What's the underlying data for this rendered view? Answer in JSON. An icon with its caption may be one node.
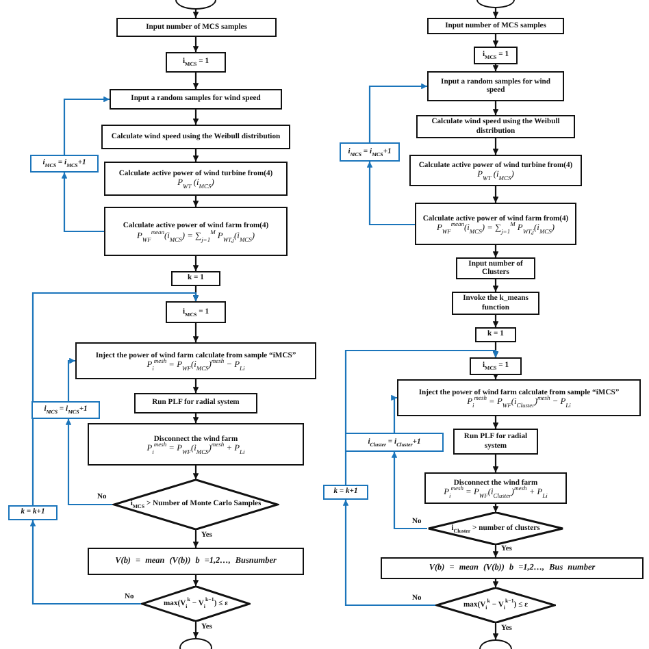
{
  "diagram": {
    "nodes": [
      {
        "text": [],
        "shape": "ellipse"
      },
      {
        "text": [
          "Input number of MCS samples"
        ]
      },
      {
        "text": [
          "i$_{MCS}$ = 1"
        ]
      },
      {
        "text": [
          "Input a random samples for wind speed"
        ]
      },
      {
        "text": [
          "Calculate wind speed using the Weibull distribution"
        ]
      },
      {
        "text": [
          "Calculate active power of wind turbine from(4)",
          "P$_{WT}$ (i$_{MCS}$)"
        ]
      },
      {
        "text": [
          "Calculate active power of wind farm from(4)",
          "P$_{WF}$$^{mean}$(i$_{MCS}$) = ∑$_{j=1}$$^{M}$ P$_{WT,j}$(i$_{MCS}$)"
        ]
      },
      {
        "text": [
          "k = 1"
        ]
      },
      {
        "text": [
          "i$_{MCS}$ = 1"
        ]
      },
      {
        "text": [
          "Inject the power of wind farm calculate from sample “iMCS”",
          "P$_{i}$$^{mesh}$ = P$_{WF}$(i$_{MCS}$)$^{mesh}$ − P$_{Li}$"
        ]
      },
      {
        "text": [
          "Run PLF for radial system"
        ]
      },
      {
        "text": [
          "Disconnect the wind farm",
          "P$_{i}$$^{mesh}$ = P$_{WF}$(i$_{MCS}$)$^{mesh}$ + P$_{Li}$"
        ]
      },
      {
        "text": [
          "i$_{MCS}$ > Number of Monte Carlo Samples"
        ]
      },
      {
        "text": [
          "V(b) = mean (V(b)) b =1,2…, Busnumber"
        ]
      },
      {
        "text": [
          "max(V$_{i}$$^{k}$ − V$_{i}$$^{k−1}$) ≤ ε"
        ]
      },
      {
        "text": [],
        "shape": "ellipse"
      },
      {
        "text": [
          "i$_{MCS}$ = i$_{MCS}$+1"
        ]
      },
      {
        "text": [
          "i$_{MCS}$ = i$_{MCS}$+1"
        ]
      },
      {
        "text": [
          "k = k+1"
        ]
      },
      {
        "text": [],
        "shape": "ellipse"
      },
      {
        "text": [
          "Input number of MCS samples"
        ]
      },
      {
        "text": [
          "i$_{MCS}$ = 1"
        ]
      },
      {
        "text": [
          "Input a random samples for wind speed"
        ]
      },
      {
        "text": [
          "Calculate wind speed using the Weibull distribution"
        ]
      },
      {
        "text": [
          "Calculate active power of wind turbine from(4)",
          "P$_{WT}$ (i$_{MCS}$)"
        ]
      },
      {
        "text": [
          "Calculate active power of wind farm from(4)",
          "P$_{WF}$$^{mean}$(i$_{MCS}$) = ∑$_{j=1}$$^{M}$ P$_{WT,j}$(i$_{MCS}$)"
        ]
      },
      {
        "text": [
          "Input number of Clusters"
        ]
      },
      {
        "text": [
          "Invoke the k_means function"
        ]
      },
      {
        "text": [
          "k = 1"
        ]
      },
      {
        "text": [
          "i$_{MCS}$ = 1"
        ]
      },
      {
        "text": [
          "Inject the power of wind farm calculate from sample “iMCS”",
          "P$_{i}$$^{mesh}$ = P$_{WF}$(i$_{Cluster}$)$^{mesh}$ − P$_{Li}$"
        ]
      },
      {
        "text": [
          "Run PLF for radial system"
        ]
      },
      {
        "text": [
          "Disconnect the wind farm",
          "P$_{i}$$^{mesh}$ = P$_{WF}$(i$_{Cluster}$)$^{mesh}$ + P$_{Li}$"
        ]
      },
      {
        "text": [
          "i$_{Cluster}$ > number of clusters"
        ]
      },
      {
        "text": [
          "V(b) = mean (V(b)) b =1,2…, Bus number"
        ]
      },
      {
        "text": [
          "max(V$_{i}$$^{k}$ − V$_{i}$$^{k−1}$) ≤ ε"
        ]
      },
      {
        "text": [],
        "shape": "ellipse"
      },
      {
        "text": [
          "i$_{MCS}$ = i$_{MCS}$+1"
        ]
      },
      {
        "text": [
          "i$_{Cluster}$ = i$_{Cluster}$+1"
        ]
      },
      {
        "text": [
          "k = k+1"
        ]
      }
    ],
    "edges": [
      {
        "from": 0,
        "to": 1,
        "arrow": "to"
      },
      {
        "from": 1,
        "to": 2,
        "arrow": "to"
      },
      {
        "from": 2,
        "to": 3,
        "arrow": "to"
      },
      {
        "from": 3,
        "to": 4,
        "arrow": "to"
      },
      {
        "from": 4,
        "to": 5,
        "arrow": "to"
      },
      {
        "from": 5,
        "to": 6,
        "arrow": "to"
      },
      {
        "from": 6,
        "to": 7,
        "arrow": "to"
      },
      {
        "from": 7,
        "to": 8,
        "arrow": "to"
      },
      {
        "from": 8,
        "to": 9,
        "arrow": "to"
      },
      {
        "from": 9,
        "to": 10,
        "arrow": "to"
      },
      {
        "from": 10,
        "to": 11,
        "arrow": "to"
      },
      {
        "from": 11,
        "to": 12,
        "arrow": "to"
      },
      {
        "from": 12,
        "to": 13,
        "arrow": "to",
        "label": "Yes"
      },
      {
        "from": 13,
        "to": 14,
        "arrow": "to"
      },
      {
        "from": 14,
        "to": 15,
        "arrow": "to",
        "label": "Yes"
      },
      {
        "from": 12,
        "to": 17,
        "arrow": "to",
        "label": "No",
        "color": "#1b75bb"
      },
      {
        "from": 17,
        "to": 9,
        "arrow": "to",
        "color": "#1b75bb"
      },
      {
        "from": 14,
        "to": 18,
        "arrow": "to",
        "label": "No",
        "color": "#1b75bb"
      },
      {
        "from": 18,
        "to": 8,
        "arrow": "to",
        "color": "#1b75bb"
      },
      {
        "from": 6,
        "to": 16,
        "arrow": "to",
        "color": "#1b75bb"
      },
      {
        "from": 16,
        "to": 3,
        "arrow": "to",
        "color": "#1b75bb"
      },
      {
        "from": 19,
        "to": 20,
        "arrow": "to"
      },
      {
        "from": 20,
        "to": 21,
        "arrow": "to"
      },
      {
        "from": 21,
        "to": 22,
        "arrow": "to"
      },
      {
        "from": 22,
        "to": 23,
        "arrow": "to"
      },
      {
        "from": 23,
        "to": 24,
        "arrow": "to"
      },
      {
        "from": 24,
        "to": 25,
        "arrow": "to"
      },
      {
        "from": 25,
        "to": 26,
        "arrow": "to"
      },
      {
        "from": 26,
        "to": 27,
        "arrow": "to"
      },
      {
        "from": 27,
        "to": 28,
        "arrow": "to"
      },
      {
        "from": 28,
        "to": 29,
        "arrow": "to"
      },
      {
        "from": 29,
        "to": 30,
        "arrow": "to"
      },
      {
        "from": 30,
        "to": 31,
        "arrow": "to"
      },
      {
        "from": 31,
        "to": 32,
        "arrow": "to"
      },
      {
        "from": 32,
        "to": 33,
        "arrow": "to"
      },
      {
        "from": 33,
        "to": 34,
        "arrow": "to",
        "label": "Yes"
      },
      {
        "from": 34,
        "to": 35,
        "arrow": "to"
      },
      {
        "from": 35,
        "to": 36,
        "arrow": "to",
        "label": "Yes"
      },
      {
        "from": 33,
        "to": 38,
        "arrow": "to",
        "label": "No",
        "color": "#1b75bb"
      },
      {
        "from": 38,
        "to": 30,
        "arrow": "to",
        "color": "#1b75bb"
      },
      {
        "from": 35,
        "to": 39,
        "arrow": "to",
        "label": "No",
        "color": "#1b75bb"
      },
      {
        "from": 39,
        "to": 29,
        "arrow": "to",
        "color": "#1b75bb"
      },
      {
        "from": 25,
        "to": 37,
        "arrow": "to",
        "color": "#1b75bb"
      },
      {
        "from": 37,
        "to": 22,
        "arrow": "to",
        "color": "#1b75bb"
      }
    ]
  }
}
